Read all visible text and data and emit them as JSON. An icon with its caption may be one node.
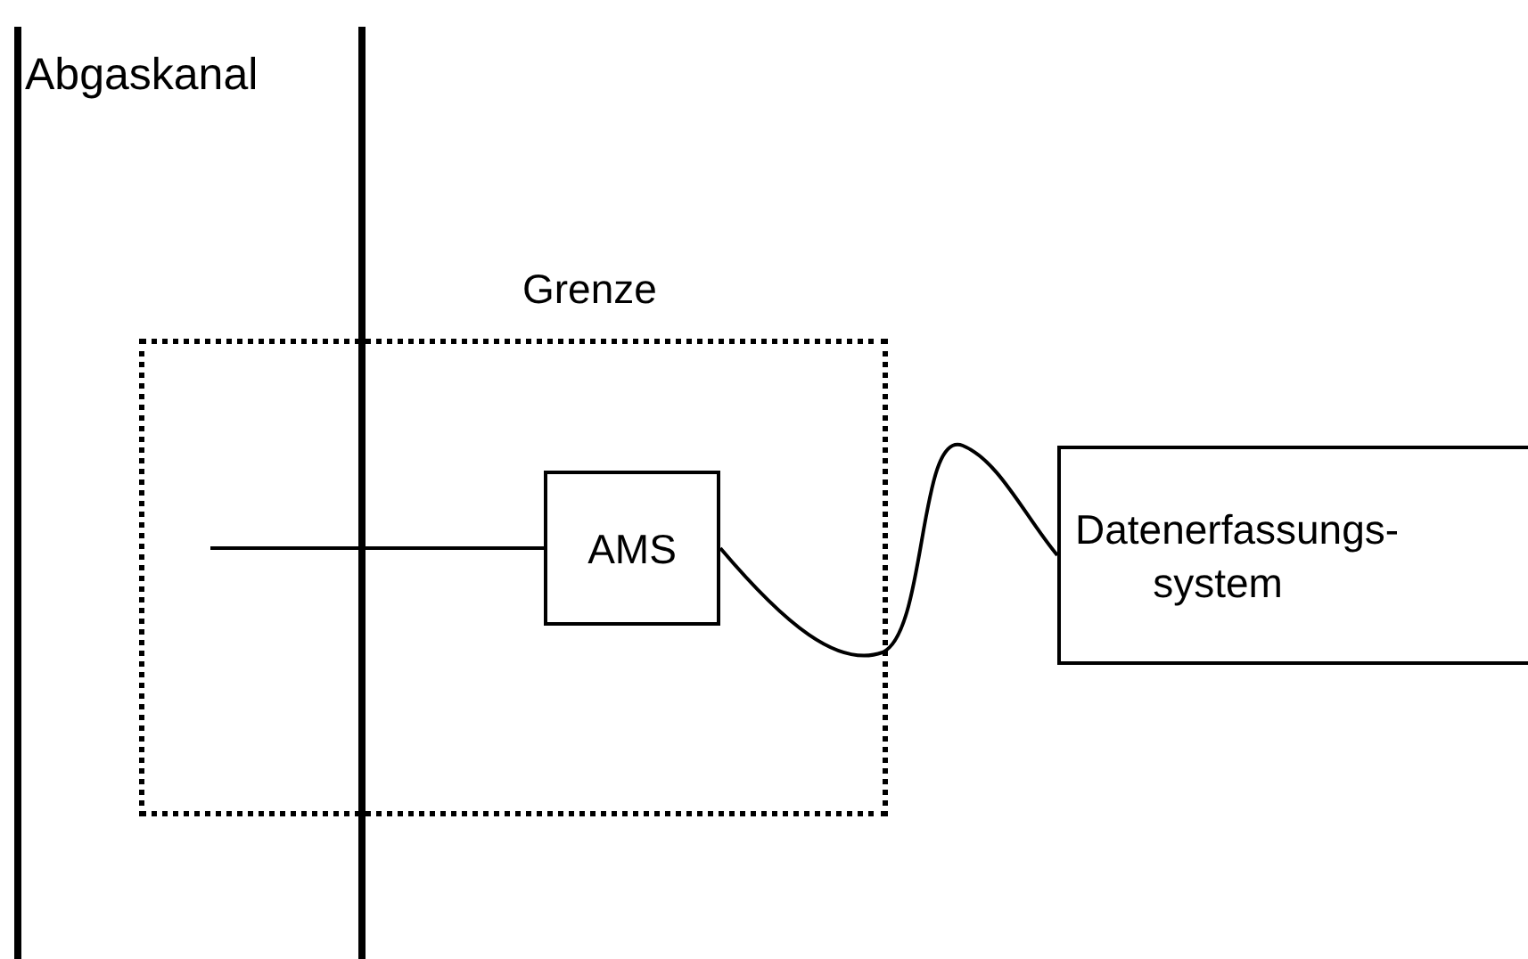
{
  "diagram": {
    "nodes": [
      {
        "text": [
          "Grenze"
        ]
      },
      {
        "text": [
          "AMS"
        ],
        "in": 0
      },
      {
        "text": [
          "Datenerfassungs- system"
        ]
      }
    ],
    "edges": [
      {
        "from": null,
        "to": 1,
        "arrow": "none"
      },
      {
        "from": 1,
        "to": 2,
        "arrow": "none"
      }
    ],
    "labels": [
      "Abgaskanal"
    ]
  }
}
